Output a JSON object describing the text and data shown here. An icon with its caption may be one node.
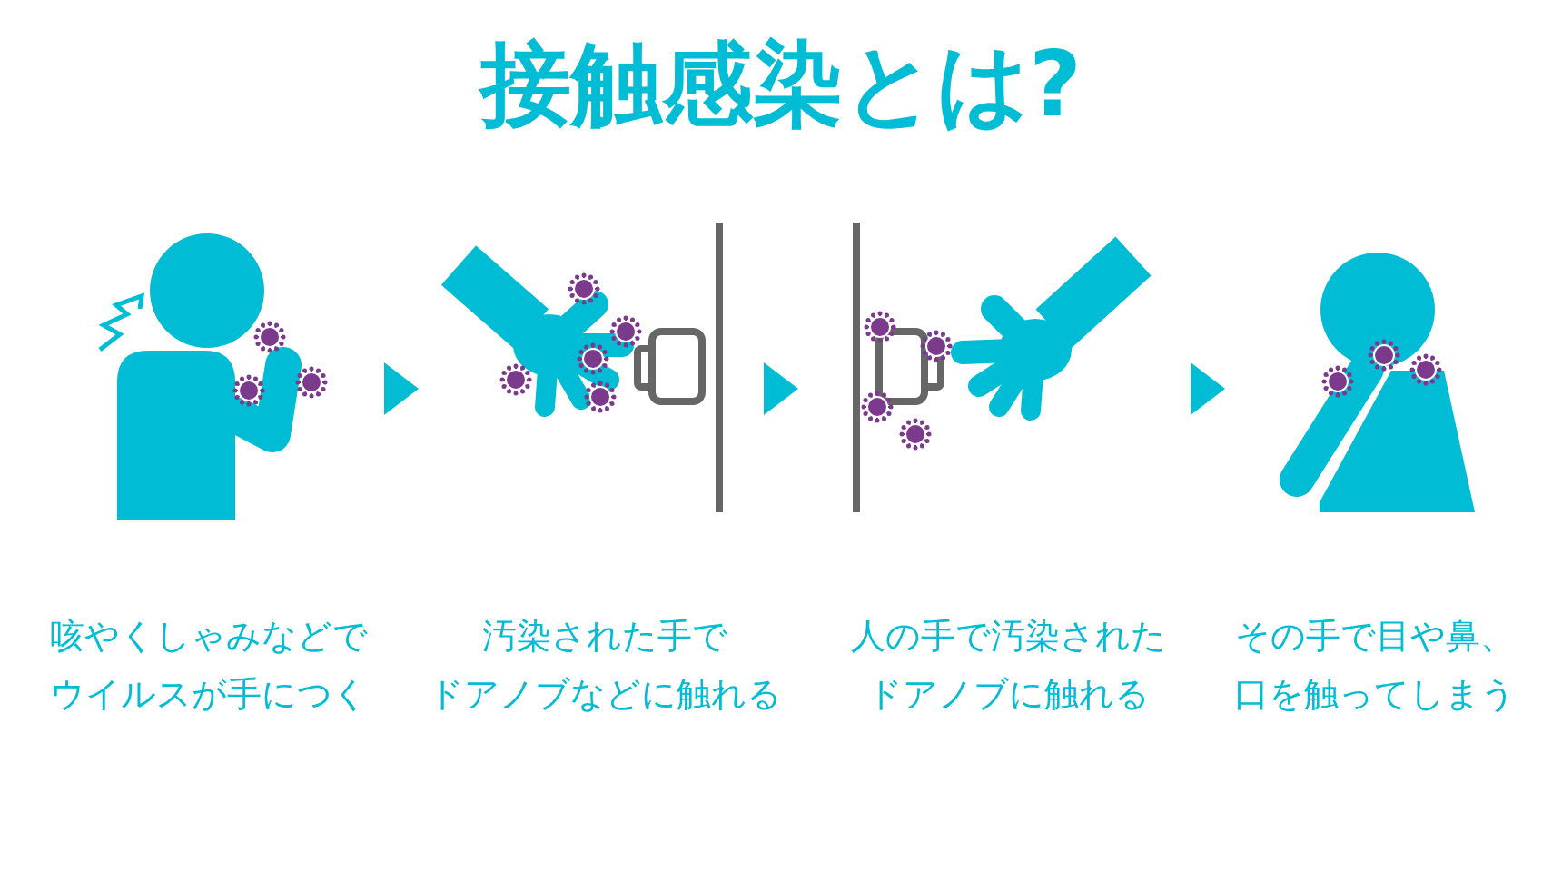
{
  "diagram": {
    "title": "接触感染とは?",
    "nodes": [
      {
        "text": [],
        "shape": "picture",
        "beside": [
          "咳やくしゃみなどでウイルスが手につく"
        ]
      },
      {
        "text": [],
        "shape": "picture",
        "beside": [
          "汚染された手でドアノブなどに触れる"
        ]
      },
      {
        "text": [],
        "shape": "picture",
        "beside": [
          "人の手で汚染されたドアノブに触れる"
        ]
      },
      {
        "text": [],
        "shape": "picture",
        "beside": [
          "その手で目や鼻、口を触ってしまう"
        ]
      }
    ],
    "edges": [
      {
        "from": 0,
        "to": 1,
        "arrow": "to"
      },
      {
        "from": 1,
        "to": 2,
        "arrow": "to"
      },
      {
        "from": 2,
        "to": 3,
        "arrow": "to"
      }
    ]
  }
}
